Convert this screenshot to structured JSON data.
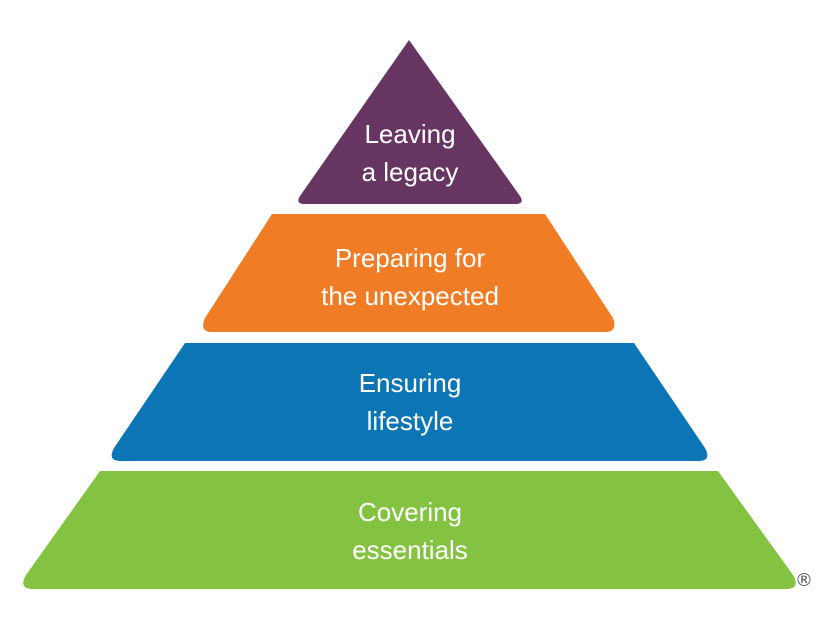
{
  "pyramid": {
    "tiers": [
      {
        "lines": [
          "Leaving",
          "a legacy"
        ],
        "color": "#663562"
      },
      {
        "lines": [
          "Preparing for",
          "the unexpected"
        ],
        "color": "#f07c25"
      },
      {
        "lines": [
          "Ensuring",
          "lifestyle"
        ],
        "color": "#0b75b5"
      },
      {
        "lines": [
          "Covering",
          "essentials"
        ],
        "color": "#84c341"
      }
    ],
    "registered_mark": "®"
  }
}
